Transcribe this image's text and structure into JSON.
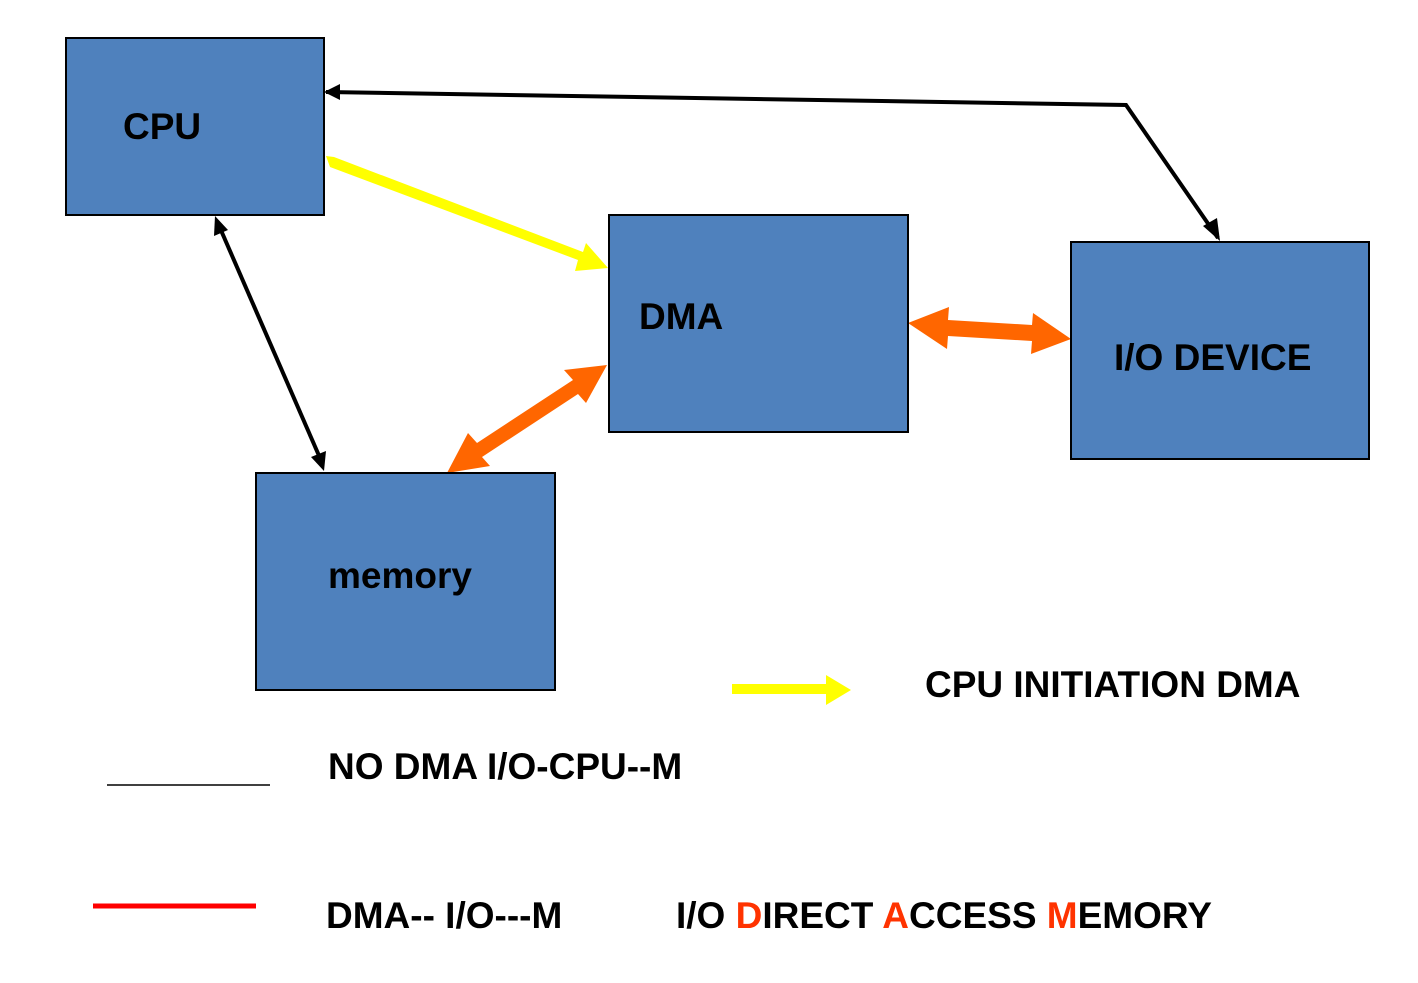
{
  "colors": {
    "box_fill": "#4f81bd",
    "cpu_dma_arrow": "#ffff00",
    "dma_path_arrow": "#ff6600",
    "no_dma_line": "#000000",
    "dma_legend_line": "#ff0000",
    "highlight_letter": "#ff3300"
  },
  "nodes": {
    "cpu": "CPU",
    "dma": "DMA",
    "io_device": "I/O DEVICE",
    "memory": "memory"
  },
  "connections": [
    {
      "from": "io_device",
      "to": "cpu",
      "style": "black",
      "direction": "bidirectional"
    },
    {
      "from": "cpu",
      "to": "memory",
      "style": "black",
      "direction": "bidirectional"
    },
    {
      "from": "cpu",
      "to": "dma",
      "style": "yellow",
      "direction": "forward"
    },
    {
      "from": "dma",
      "to": "io_device",
      "style": "orange",
      "direction": "bidirectional"
    },
    {
      "from": "dma",
      "to": "memory",
      "style": "orange",
      "direction": "bidirectional"
    }
  ],
  "legend": {
    "yellow_label": "CPU INITIATION DMA",
    "black_label": "NO DMA I/O-CPU--M",
    "red_label": "DMA-- I/O---M",
    "acronym": {
      "prefix": "I/O ",
      "d": "D",
      "d_rest": "IRECT ",
      "a": "A",
      "a_rest": "CCESS ",
      "m": "M",
      "m_rest": "EMORY"
    }
  }
}
